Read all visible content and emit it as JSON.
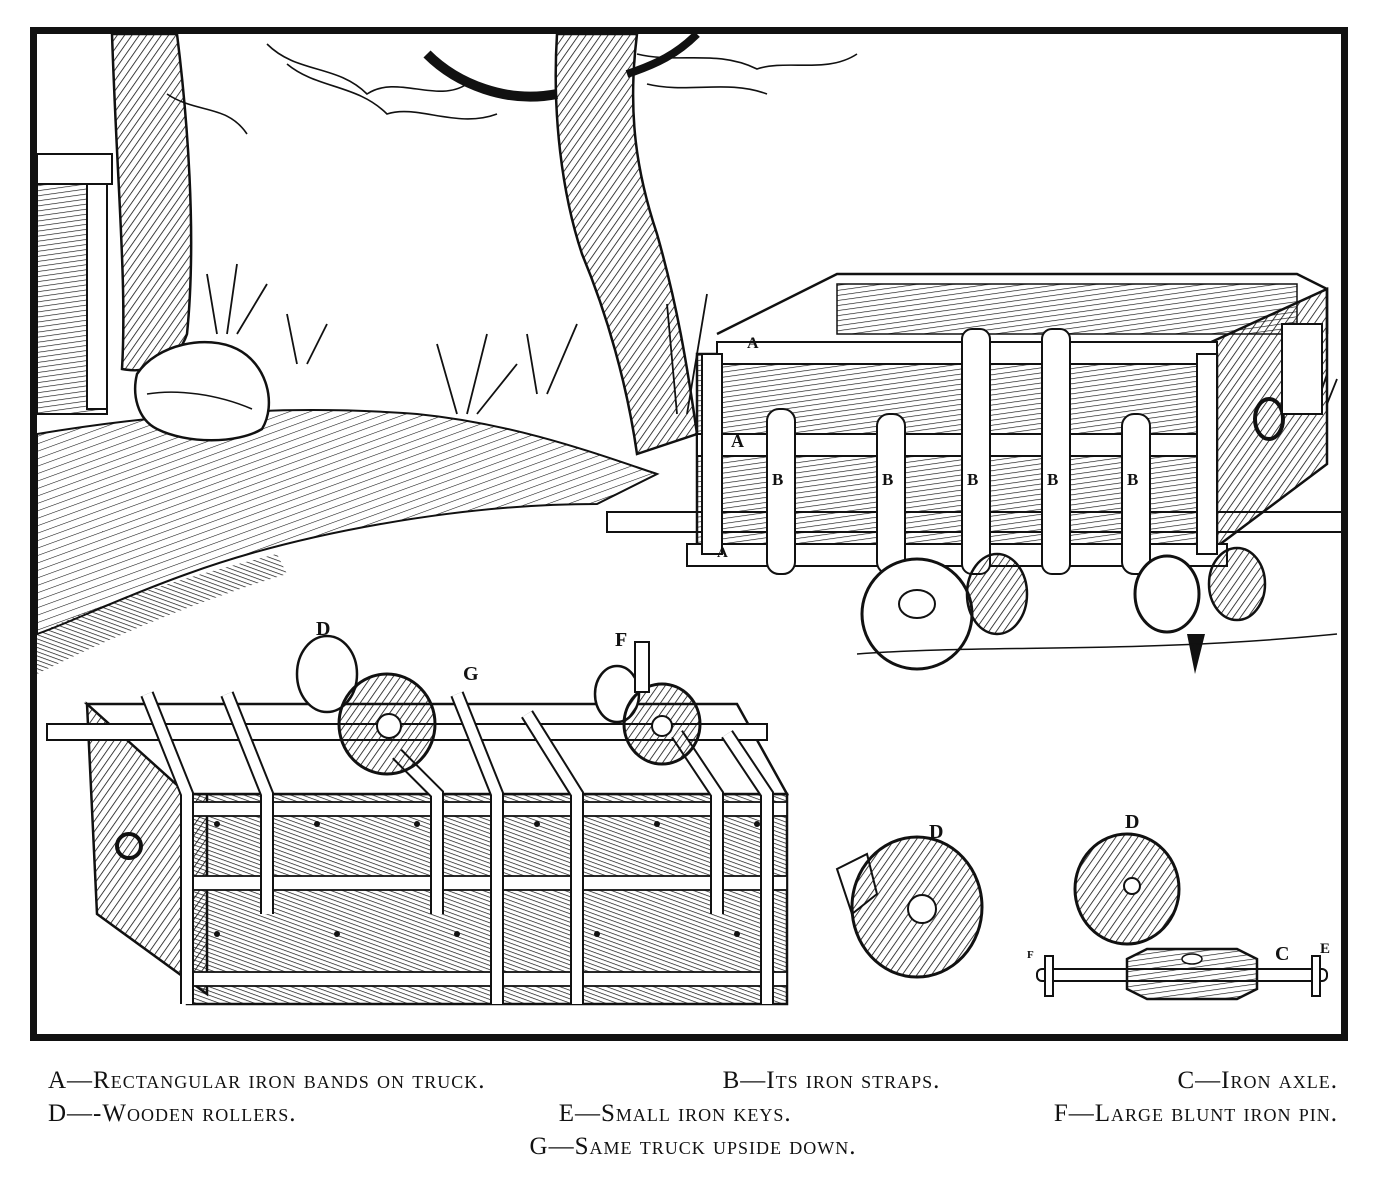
{
  "figure": {
    "labels": {
      "truck_a_top": "A",
      "truck_a_side": "A",
      "truck_a_bottom": "A",
      "truck_b1": "B",
      "truck_b2": "B",
      "truck_b3": "B",
      "truck_b4": "B",
      "truck_b5": "B",
      "roller_d_top": "D",
      "roller_d_left": "D",
      "roller_d_right": "D",
      "pin_f": "F",
      "strap_g": "G",
      "axle_c": "C",
      "key_e": "E",
      "key_f": "F"
    }
  },
  "caption": {
    "line1": [
      "A—Rectangular iron bands on truck.",
      "B—Its iron straps.",
      "C—Iron axle."
    ],
    "line2": [
      "D—-Wooden rollers.",
      "E—Small iron keys.",
      "F—Large blunt iron pin."
    ],
    "line3": [
      "G—Same truck upside down."
    ]
  }
}
